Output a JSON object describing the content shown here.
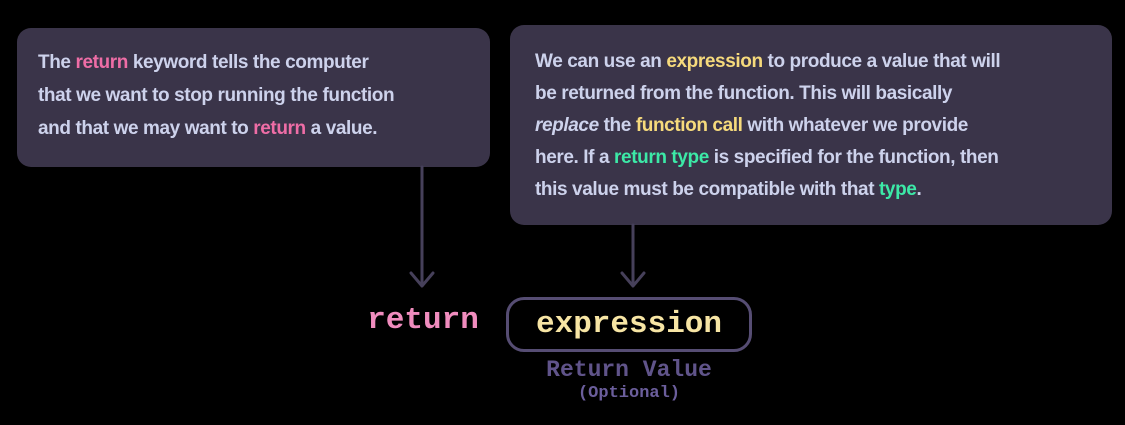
{
  "colors": {
    "bg": "#000000",
    "card": "#3a3449",
    "text": "#cdd2ec",
    "pink": "#ee6da6",
    "pink-code": "#f08cbe",
    "yellow": "#f6da7c",
    "yellow-code": "#f7e5a4",
    "green": "#3ce9a7",
    "arrow": "#46405a",
    "expr-border": "#564d73",
    "label": "#60548a",
    "label-sub": "#6b5e9c"
  },
  "left_note": {
    "lines": [
      [
        {
          "t": "The "
        },
        {
          "t": "return",
          "c": "pink"
        },
        {
          "t": " keyword tells the computer"
        }
      ],
      [
        {
          "t": "that we want to stop running the function"
        }
      ],
      [
        {
          "t": "and that we may want to "
        },
        {
          "t": "return",
          "c": "pink"
        },
        {
          "t": " a value."
        }
      ]
    ]
  },
  "right_note": {
    "lines": [
      [
        {
          "t": "We can use an "
        },
        {
          "t": "expression",
          "c": "yellow"
        },
        {
          "t": " to produce a value that will"
        }
      ],
      [
        {
          "t": "be returned from the function. This will basically"
        }
      ],
      [
        {
          "t": "replace",
          "i": true
        },
        {
          "t": " the "
        },
        {
          "t": "function call",
          "c": "yellow"
        },
        {
          "t": " with whatever we provide"
        }
      ],
      [
        {
          "t": "here. If a "
        },
        {
          "t": "return type",
          "c": "green"
        },
        {
          "t": " is specified for the function, then"
        }
      ],
      [
        {
          "t": "this value must be compatible with that "
        },
        {
          "t": "type",
          "c": "green"
        },
        {
          "t": "."
        }
      ]
    ]
  },
  "code": {
    "keyword": "return",
    "expression": "expression",
    "label": "Return Value",
    "sublabel": "(Optional)"
  }
}
